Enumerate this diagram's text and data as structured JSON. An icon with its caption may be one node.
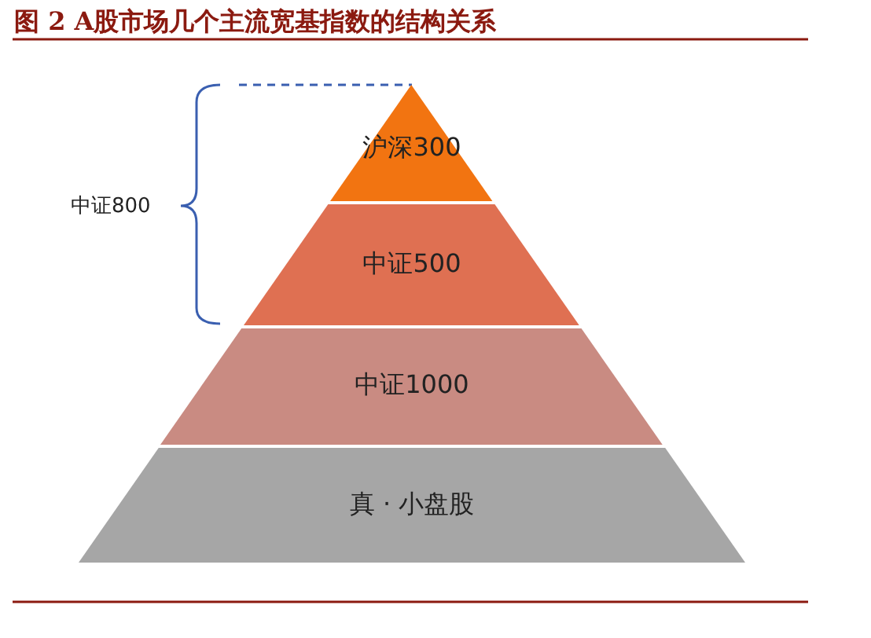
{
  "diagram": {
    "title": "图 2 A股市场几个主流宽基指数的结构关系",
    "nodes": [
      {
        "text": [
          "沪深300"
        ]
      },
      {
        "text": [
          "中证500"
        ]
      },
      {
        "text": [
          "中证1000"
        ]
      },
      {
        "text": [
          "真 · 小盘股"
        ]
      }
    ],
    "edges": [],
    "labels": [
      "中证800"
    ]
  }
}
